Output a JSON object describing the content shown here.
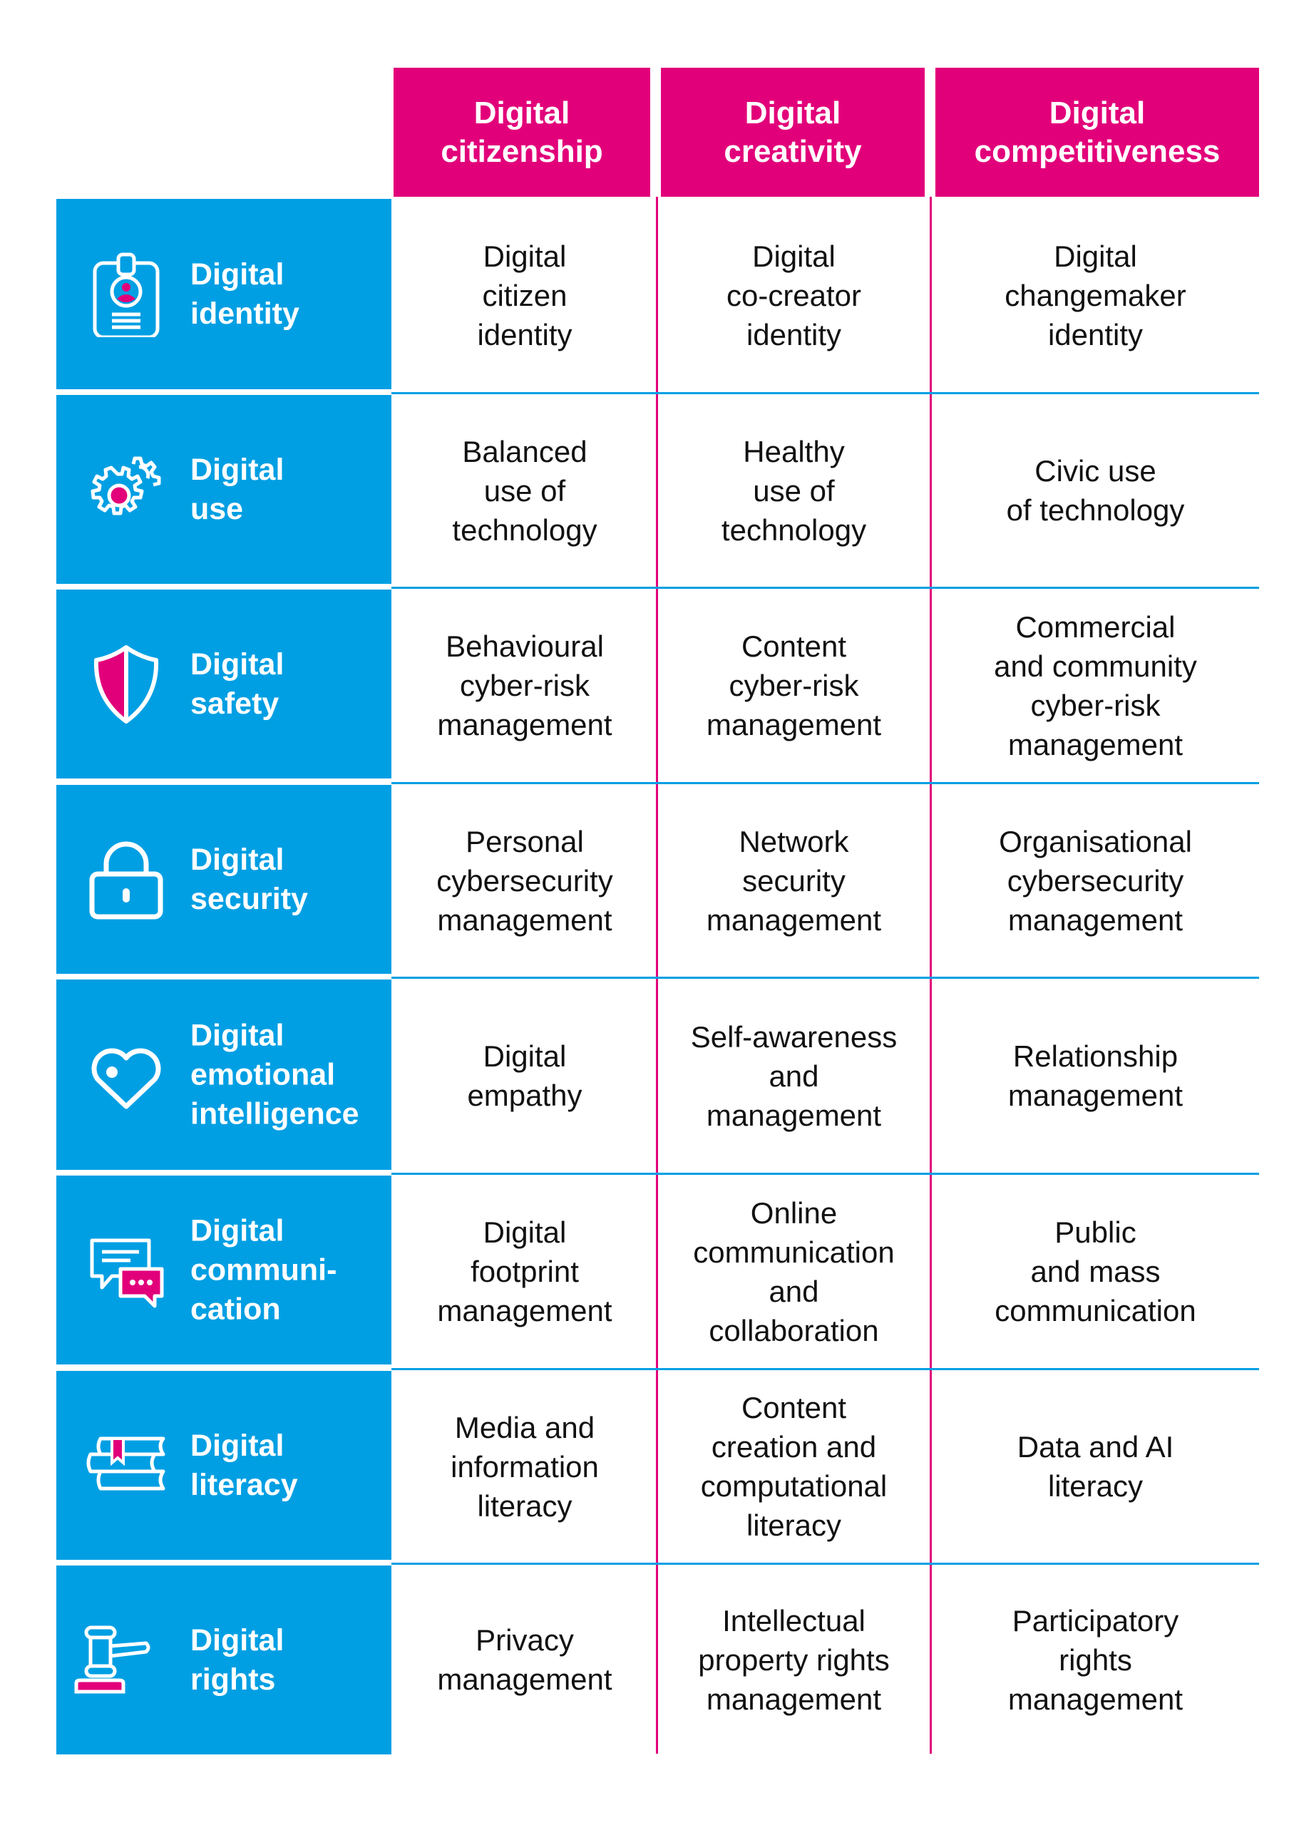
{
  "colors": {
    "blue": "#009FE3",
    "pink": "#E2007A",
    "text": "#111111",
    "background": "#FFFFFF"
  },
  "columns": [
    {
      "label": "Digital\ncitizenship"
    },
    {
      "label": "Digital\ncreativity"
    },
    {
      "label": "Digital\ncompetitiveness"
    }
  ],
  "rows": [
    {
      "label": "Digital\nidentity",
      "icon": "id-badge-icon",
      "cells": [
        "Digital\ncitizen\nidentity",
        "Digital\nco-creator\nidentity",
        "Digital\nchangemaker\nidentity"
      ]
    },
    {
      "label": "Digital\nuse",
      "icon": "gears-icon",
      "cells": [
        "Balanced\nuse of\ntechnology",
        "Healthy\nuse of\ntechnology",
        "Civic use\nof technology"
      ]
    },
    {
      "label": "Digital\nsafety",
      "icon": "shield-icon",
      "cells": [
        "Behavioural\ncyber-risk\nmanagement",
        "Content\ncyber-risk\nmanagement",
        "Commercial\nand community\ncyber-risk\nmanagement"
      ]
    },
    {
      "label": "Digital\nsecurity",
      "icon": "padlock-icon",
      "cells": [
        "Personal\ncybersecurity\nmanagement",
        "Network\nsecurity\nmanagement",
        "Organisational\ncybersecurity\nmanagement"
      ]
    },
    {
      "label": "Digital\nemotional\nintelligence",
      "icon": "heart-icon",
      "cells": [
        "Digital\nempathy",
        "Self-awareness\nand\nmanagement",
        "Relationship\nmanagement"
      ]
    },
    {
      "label": "Digital\ncommuni-\ncation",
      "icon": "chat-bubbles-icon",
      "cells": [
        "Digital\nfootprint\nmanagement",
        "Online\ncommunication\nand\ncollaboration",
        "Public\nand mass\ncommunication"
      ]
    },
    {
      "label": "Digital\nliteracy",
      "icon": "books-icon",
      "cells": [
        "Media and\ninformation\nliteracy",
        "Content\ncreation and\ncomputational\nliteracy",
        "Data and AI\nliteracy"
      ]
    },
    {
      "label": "Digital\nrights",
      "icon": "gavel-icon",
      "cells": [
        "Privacy\nmanagement",
        "Intellectual\nproperty rights\nmanagement",
        "Participatory\nrights\nmanagement"
      ]
    }
  ]
}
